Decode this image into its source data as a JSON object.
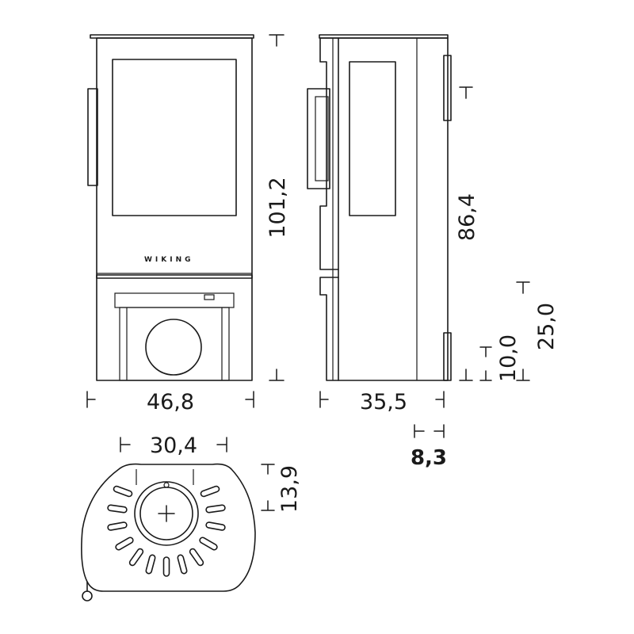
{
  "brand": "WIKING",
  "dimensions": {
    "front_width": "46,8",
    "front_height": "101,2",
    "side_depth": "35,5",
    "side_height": "86,4",
    "side_height_low": "25,0",
    "side_height_base": "10,0",
    "side_offset": "8,3",
    "top_width": "30,4",
    "top_depth": "13,9"
  }
}
